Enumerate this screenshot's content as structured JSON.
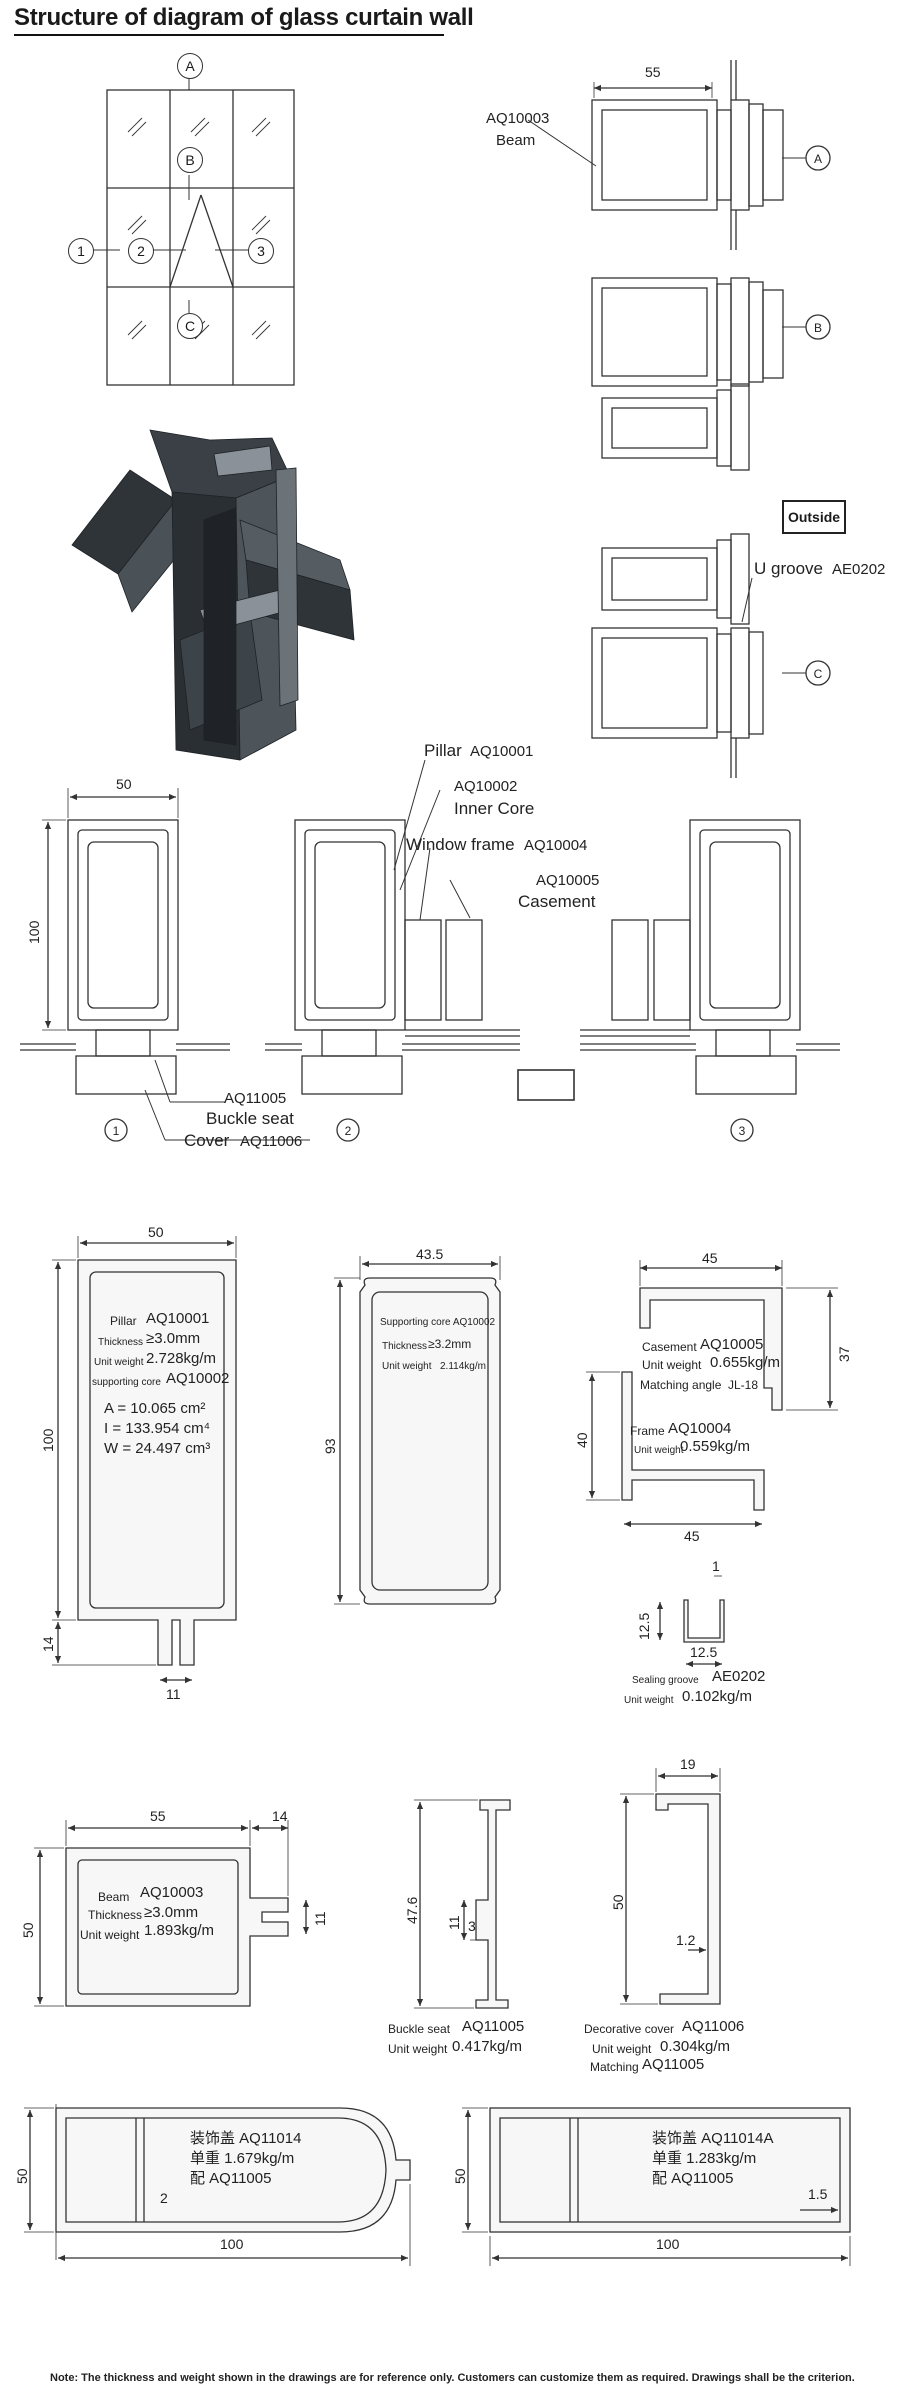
{
  "title": "Structure of diagram of glass curtain wall",
  "elevation": {
    "markers": [
      "A",
      "B",
      "C",
      "1",
      "2",
      "3"
    ]
  },
  "section_details": {
    "beam_code": "AQ10003",
    "beam_name": "Beam",
    "beam_width": "55",
    "outside_label": "Outside",
    "u_groove_name": "U groove",
    "u_groove_code": "AE0202",
    "markers": [
      "A",
      "B",
      "C"
    ]
  },
  "plan_section": {
    "width_dim": "50",
    "height_dim": "100",
    "pillar_name": "Pillar",
    "pillar_code": "AQ10001",
    "inner_core_code": "AQ10002",
    "inner_core_name": "Inner Core",
    "window_frame_name": "Window frame",
    "window_frame_code": "AQ10004",
    "casement_code": "AQ10005",
    "casement_name": "Casement",
    "buckle_seat_code": "AQ11005",
    "buckle_seat_name": "Buckle seat",
    "cover_name": "Cover",
    "cover_code": "AQ11006",
    "markers": [
      "1",
      "2",
      "3"
    ]
  },
  "profiles": {
    "pillar": {
      "width": "50",
      "height": "100",
      "tail_height": "14",
      "tail_width": "11",
      "name": "Pillar",
      "code": "AQ10001",
      "thickness_label": "Thickness",
      "thickness": "≥3.0mm",
      "weight_label": "Unit weight",
      "weight": "2.728kg/m",
      "core_label": "supporting core",
      "core_code": "AQ10002",
      "area": "A = 10.065 cm²",
      "inertia": "I = 133.954 cm⁴",
      "modulus": "W = 24.497 cm³"
    },
    "core": {
      "width": "43.5",
      "height": "93",
      "name": "Supporting core AQ10002",
      "thickness_label": "Thickness",
      "thickness": "≥3.2mm",
      "weight_label": "Unit weight",
      "weight": "2.114kg/m"
    },
    "casement": {
      "width": "45",
      "height": "37",
      "name": "Casement",
      "code": "AQ10005",
      "weight_label": "Unit weight",
      "weight": "0.655kg/m",
      "matching_label": "Matching angle",
      "matching_code": "JL-18"
    },
    "frame": {
      "width": "45",
      "height": "40",
      "name": "Frame",
      "code": "AQ10004",
      "weight_label": "Unit weight",
      "weight": "0.559kg/m"
    },
    "sealing": {
      "wall": "1",
      "height": "12.5",
      "width": "12.5",
      "name": "Sealing groove",
      "code": "AE0202",
      "weight_label": "Unit weight",
      "weight": "0.102kg/m"
    },
    "beam": {
      "width": "55",
      "tail_width": "14",
      "height": "50",
      "tail_height": "11",
      "name": "Beam",
      "code": "AQ10003",
      "thickness_label": "Thickness",
      "thickness": "≥3.0mm",
      "weight_label": "Unit weight",
      "weight": "1.893kg/m"
    },
    "buckle": {
      "height": "47.6",
      "inner": "11",
      "foot": "3",
      "name": "Buckle seat",
      "code": "AQ11005",
      "weight_label": "Unit weight",
      "weight": "0.417kg/m"
    },
    "deco": {
      "width": "19",
      "height": "50",
      "wall": "1.2",
      "name": "Decorative cover",
      "code": "AQ11006",
      "weight_label": "Unit weight",
      "weight": "0.304kg/m",
      "matching_label": "Matching",
      "matching_code": "AQ11005"
    },
    "cover_round": {
      "height": "50",
      "width": "100",
      "wall": "2",
      "name": "装饰盖 AQ11014",
      "weight": "单重 1.679kg/m",
      "match": "配 AQ11005"
    },
    "cover_flat": {
      "height": "50",
      "width": "100",
      "wall": "1.5",
      "name": "装饰盖 AQ11014A",
      "weight": "单重 1.283kg/m",
      "match": "配 AQ11005"
    }
  },
  "note": "Note: The thickness and weight shown in the drawings are for reference only. Customers can customize them as required. Drawings shall be the criterion.",
  "colors": {
    "line": "#333333",
    "profile_fill": "#f2f2f2",
    "iso_dark": "#2f3439",
    "iso_mid": "#4a5157",
    "iso_light": "#8a9198"
  }
}
